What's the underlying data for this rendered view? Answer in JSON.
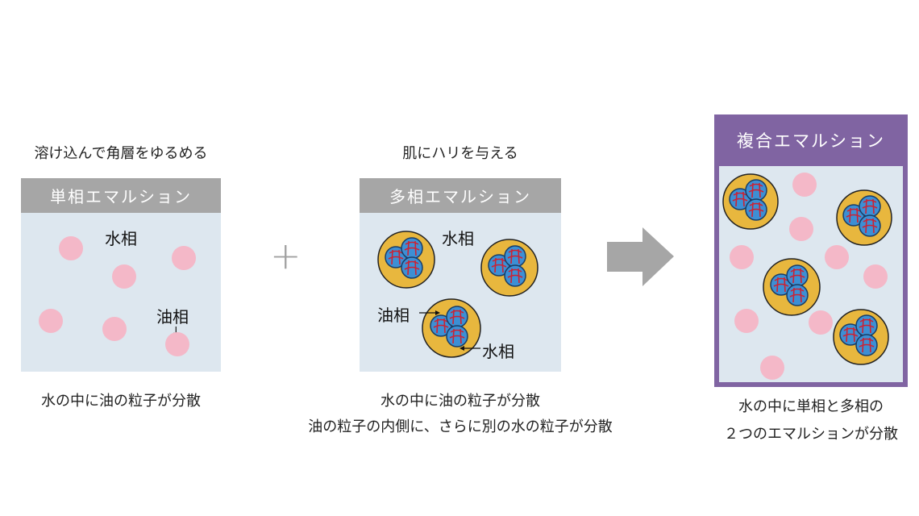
{
  "left": {
    "top_caption": "溶け込んで角層をゆるめる",
    "header": "単相エマルション",
    "water_label": "水相",
    "oil_label": "油相",
    "bottom_caption": "水の中に油の粒子が分散"
  },
  "plus": "+",
  "middle": {
    "top_caption": "肌にハリを与える",
    "header": "多相エマルション",
    "water_label_top": "水相",
    "oil_label": "油相",
    "water_label_inner": "水相",
    "bottom_caption_1": "水の中に油の粒子が分散",
    "bottom_caption_2": "油の粒子の内側に、さらに別の水の粒子が分散"
  },
  "right": {
    "header": "複合エマルション",
    "bottom_caption_1": "水の中に単相と多相の",
    "bottom_caption_2": "２つのエマルションが分散"
  },
  "colors": {
    "panel_bg": "#dde7ef",
    "header_gray": "#a6a6a6",
    "header_purple": "#8064a2",
    "pink": "#f4b8c8",
    "gold": "#e8b73e",
    "blue": "#3d8fd4",
    "red": "#cc2233"
  }
}
